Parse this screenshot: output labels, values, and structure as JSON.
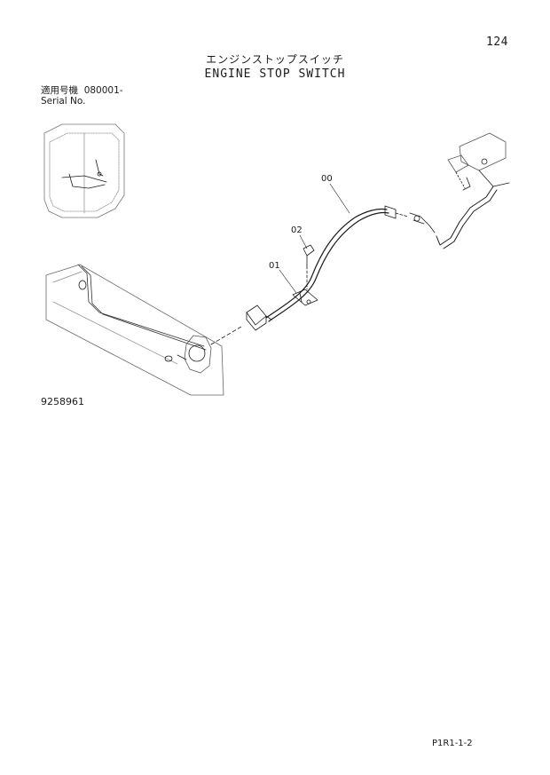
{
  "header": {
    "page_number": "124",
    "title_ja": "エンジンストップスイッチ",
    "title_en": "ENGINE STOP SWITCH"
  },
  "serial": {
    "label_ja": "適用号機",
    "value": "080001-",
    "label_en": "Serial No."
  },
  "callouts": {
    "c00": "00",
    "c01": "01",
    "c02": "02"
  },
  "drawing_code": "9258961",
  "footer_code": "P1R1-1-2"
}
